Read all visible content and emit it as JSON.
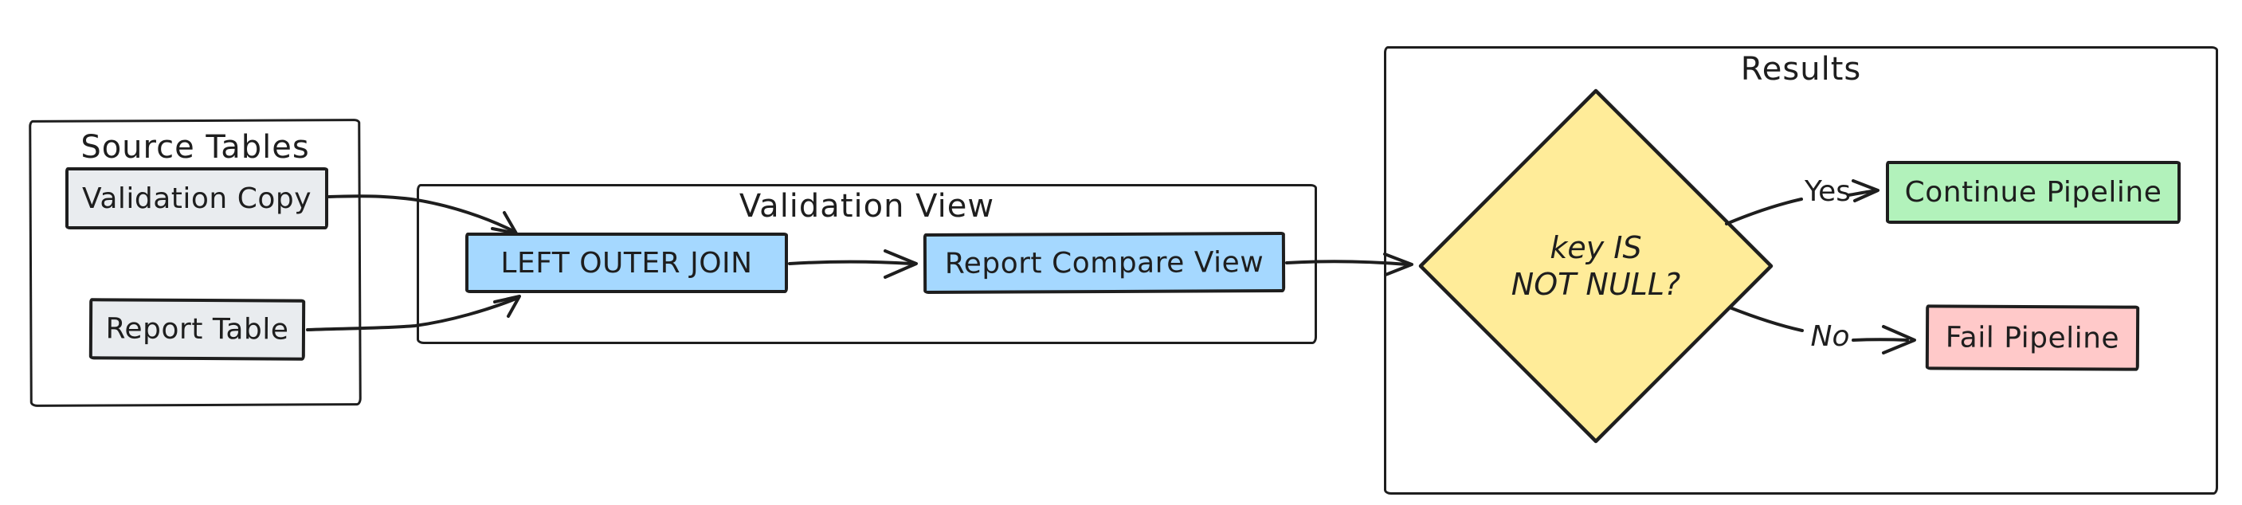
{
  "diagram": {
    "frames": {
      "source_tables": {
        "title": "Source Tables"
      },
      "validation_view": {
        "title": "Validation View"
      },
      "results": {
        "title": "Results"
      }
    },
    "nodes": {
      "validation_copy": {
        "label": "Validation Copy",
        "fill": "#e9ecef"
      },
      "report_table": {
        "label": "Report Table",
        "fill": "#e9ecef"
      },
      "left_outer_join": {
        "label": "LEFT OUTER JOIN",
        "fill": "#a5d8ff"
      },
      "report_compare_view": {
        "label": "Report Compare View",
        "fill": "#a5d8ff"
      },
      "decision": {
        "label_lines": [
          "key IS",
          "NOT NULL?"
        ],
        "fill": "#ffec99"
      },
      "continue_pipeline": {
        "label": "Continue Pipeline",
        "fill": "#b2f2bb"
      },
      "fail_pipeline": {
        "label": "Fail Pipeline",
        "fill": "#ffc9c9"
      }
    },
    "edge_labels": {
      "yes": "Yes",
      "no": "No"
    },
    "colors": {
      "stroke": "#1e1e1e",
      "canvas": "#ffffff",
      "gray_fill": "#e9ecef",
      "blue_fill": "#a5d8ff",
      "yellow_fill": "#ffec99",
      "green_fill": "#b2f2bb",
      "red_fill": "#ffc9c9"
    }
  }
}
